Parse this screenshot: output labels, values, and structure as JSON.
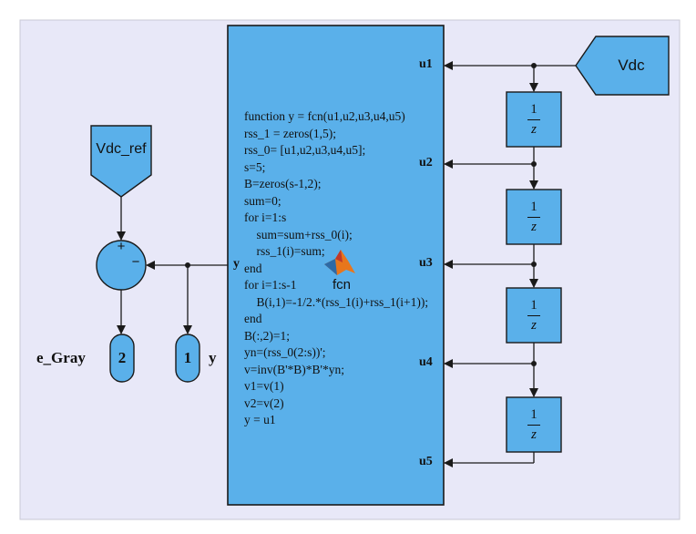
{
  "colors": {
    "background": "#e8e8f8",
    "block_fill": "#5ab0ea",
    "block_border": "#1a1a1a",
    "line": "#1a1a1a"
  },
  "fcn_block": {
    "name": "fcn",
    "icon": "matlab-logo-icon",
    "inputs": [
      "u1",
      "u2",
      "u3",
      "u4",
      "u5"
    ],
    "output": "y",
    "code": [
      "function y = fcn(u1,u2,u3,u4,u5)",
      "rss_1 = zeros(1,5);",
      "rss_0= [u1,u2,u3,u4,u5];",
      "s=5;",
      "B=zeros(s-1,2);",
      "sum=0;",
      "for i=1:s",
      "    sum=sum+rss_0(i);",
      "    rss_1(i)=sum;",
      "end",
      "for i=1:s-1",
      "    B(i,1)=-1/2.*(rss_1(i)+rss_1(i+1));",
      "end",
      "B(:,2)=1;",
      "yn=(rss_0(2:s))';",
      "v=inv(B'*B)*B'*yn;",
      "v1=v(1)",
      "v2=v(2)",
      "y = u1"
    ]
  },
  "goto_vdc": {
    "label": "Vdc"
  },
  "from_vdc_ref": {
    "label": "Vdc_ref"
  },
  "sum_block": {
    "plus": "+",
    "minus": "−"
  },
  "delays": [
    {
      "num": "1",
      "den": "z"
    },
    {
      "num": "1",
      "den": "z"
    },
    {
      "num": "1",
      "den": "z"
    },
    {
      "num": "1",
      "den": "z"
    }
  ],
  "outports": [
    {
      "number": "2",
      "name": "e_Gray"
    },
    {
      "number": "1",
      "name": "y"
    }
  ]
}
